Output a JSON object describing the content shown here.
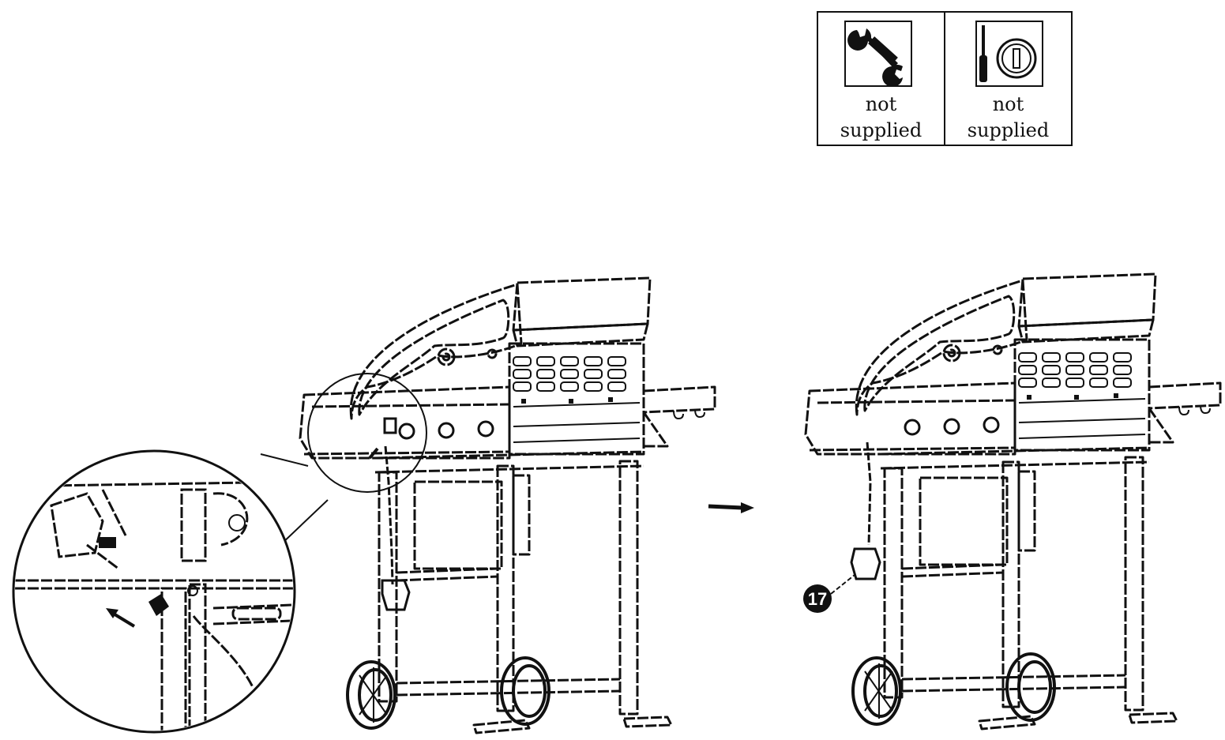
{
  "tools": [
    {
      "icon": "wrench-icon",
      "line1": "not",
      "line2": "supplied"
    },
    {
      "icon": "screwdriver-icon",
      "line1": "not",
      "line2": "supplied"
    }
  ],
  "callout_number": "17",
  "colors": {
    "ink": "#111111",
    "paper": "#ffffff"
  }
}
